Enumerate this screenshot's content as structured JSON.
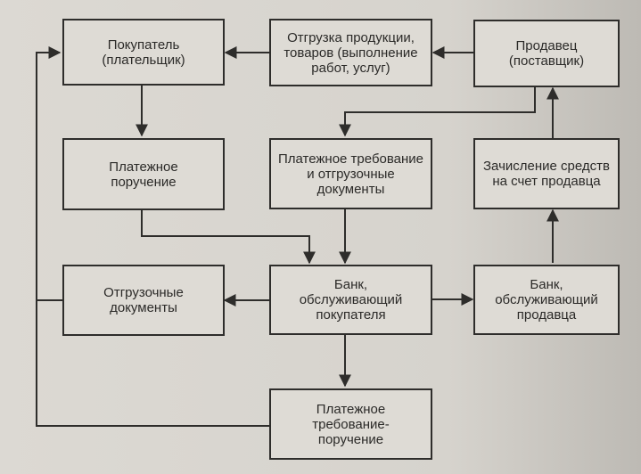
{
  "diagram": {
    "nodes": {
      "buyer": "Покупатель\n(плательщик)",
      "shipment": "Отгрузка продукции,\nтоваров (выполнение\nработ, услуг)",
      "seller": "Продавец\n(поставщик)",
      "payment_order": "Платежное\nпоручение",
      "payment_request_docs": "Платежное требование\nи отгрузочные\nдокументы",
      "crediting": "Зачисление средств\nна счет продавца",
      "shipping_docs": "Отгрузочные\nдокументы",
      "buyer_bank": "Банк,\nобслуживающий\nпокупателя",
      "seller_bank": "Банк,\nобслуживающий\nпродавца",
      "payment_request_order": "Платежное\nтребование-\nпоручение"
    }
  },
  "colors": {
    "line": "#2e2d2b",
    "box_fill": "#dedbd5",
    "text": "#2b2a28"
  }
}
